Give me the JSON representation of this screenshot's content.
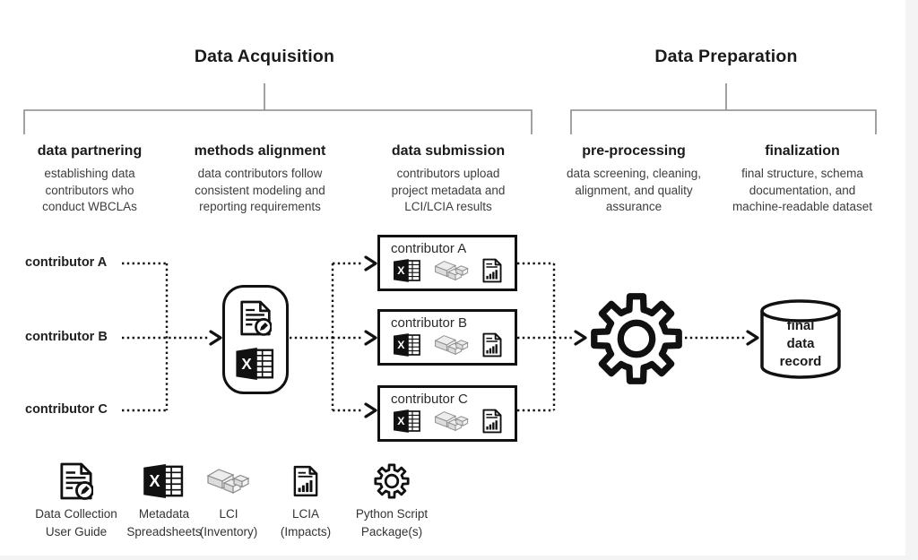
{
  "phases": [
    {
      "title": "Data Acquisition"
    },
    {
      "title": "Data Preparation"
    }
  ],
  "stages": [
    {
      "name": "data partnering",
      "description": "establishing data\ncontributors who\nconduct WBCLAs"
    },
    {
      "name": "methods alignment",
      "description": "data contributors follow\nconsistent modeling and\nreporting requirements"
    },
    {
      "name": "data submission",
      "description": "contributors upload\nproject metadata and\nLCI/LCIA results"
    },
    {
      "name": "pre-processing",
      "description": "data screening, cleaning,\nalignment, and quality\nassurance"
    },
    {
      "name": "finalization",
      "description": "final structure, schema\ndocumentation, and\nmachine-readable dataset"
    }
  ],
  "contributors": [
    {
      "label": "contributor A"
    },
    {
      "label": "contributor B"
    },
    {
      "label": "contributor C"
    }
  ],
  "submission_boxes": [
    {
      "label": "contributor A"
    },
    {
      "label": "contributor B"
    },
    {
      "label": "contributor C"
    }
  ],
  "database": {
    "label": "final\ndata\nrecord"
  },
  "legend": [
    {
      "icon": "document-edit-icon",
      "label": "Data Collection\nUser Guide"
    },
    {
      "icon": "excel-icon",
      "label": "Metadata\nSpreadsheets"
    },
    {
      "icon": "lci-boxes-icon",
      "label": "LCI\n(Inventory)"
    },
    {
      "icon": "lcia-chart-document-icon",
      "label": "LCIA\n(Impacts)"
    },
    {
      "icon": "gear-icon",
      "label": "Python Script\nPackage(s)"
    }
  ],
  "icons": {
    "excel_letter": "X"
  },
  "colors": {
    "line": "#111111",
    "bracket": "#8a8a8a",
    "text": "#1a1a1a",
    "muted_text": "#3d3d3d",
    "box_grey_fill": "#e6e6e6"
  }
}
